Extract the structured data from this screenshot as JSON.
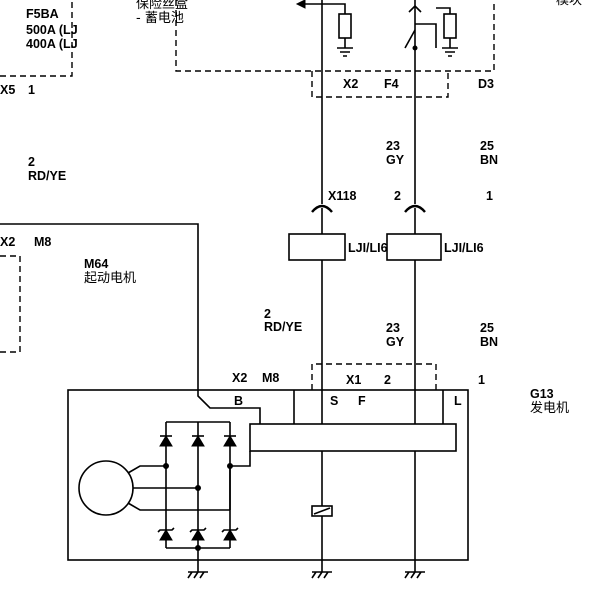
{
  "fuse": {
    "name": "F5BA",
    "rating1": "500A (LJ",
    "rating2": "400A (LJ"
  },
  "top_label": {
    "line1": "保险丝盒",
    "line2": "- 蓄电池"
  },
  "top_right_fragment": "模块",
  "connectors": {
    "x5": {
      "name": "X5",
      "pin": "1"
    },
    "x2_top": "X2",
    "f4_top": "F4",
    "d3_top": "D3",
    "x118": {
      "name": "X118",
      "pin": "2",
      "pin_right": "1"
    },
    "x2_left": {
      "name": "X2",
      "pin": "M8"
    },
    "x2_gen": {
      "name": "X2",
      "pin": "M8"
    },
    "x1_gen": {
      "name": "X1",
      "pin": "2",
      "pin_right": "1"
    }
  },
  "wires": {
    "left_upper": {
      "gauge": "2",
      "color": "RD/YE"
    },
    "mid_upper": {
      "gauge": "23",
      "color": "GY"
    },
    "right_upper": {
      "gauge": "25",
      "color": "BN"
    },
    "left_lower": {
      "gauge": "2",
      "color": "RD/YE"
    },
    "mid_lower": {
      "gauge": "23",
      "color": "GY"
    },
    "right_lower": {
      "gauge": "25",
      "color": "BN"
    }
  },
  "inline_parts": {
    "left": "LJI/LI6",
    "right": "LJI/LI6"
  },
  "starter": {
    "code": "M64",
    "name": "起动电机"
  },
  "generator": {
    "code": "G13",
    "name": "发电机",
    "terminals": [
      "B",
      "S",
      "F",
      "L"
    ]
  }
}
